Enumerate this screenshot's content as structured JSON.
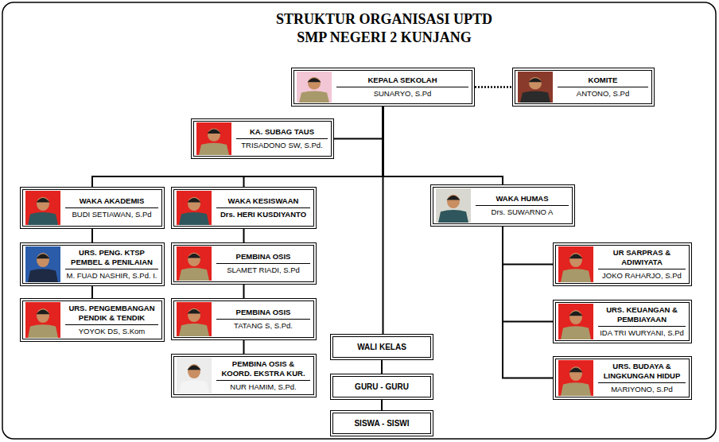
{
  "diagram": {
    "title": "STRUKTUR ORGANISASI UPTD SMP NEGERI 2 KUNJANG",
    "nodes": [
      {
        "text": [
          "KEPALA SEKOLAH",
          "SUNARYO, S.Pd"
        ]
      },
      {
        "text": [
          "KOMITE",
          "ANTONO, S.Pd"
        ]
      },
      {
        "text": [
          "KA. SUBAG TAUS",
          "TRISADONO SW, S.Pd."
        ]
      },
      {
        "text": [
          "WAKA AKADEMIS",
          "BUDI SETIAWAN, S.Pd"
        ]
      },
      {
        "text": [
          "WAKA KESISWAAN",
          "Drs. HERI KUSDIYANTO"
        ]
      },
      {
        "text": [
          "WAKA HUMAS",
          "Drs. SUWARNO A"
        ]
      },
      {
        "text": [
          "URS. PENG. KTSP PEMBEL & PENILAIAN",
          "M. FUAD NASHIR, S.Pd. I."
        ]
      },
      {
        "text": [
          "PEMBINA OSIS",
          "SLAMET RIADI, S.Pd"
        ]
      },
      {
        "text": [
          "UR SARPRAS & ADIWIYATA",
          "JOKO RAHARJO, S.Pd"
        ]
      },
      {
        "text": [
          "URS. PENGEMBANGAN PENDIK & TENDIK",
          "YOYOK DS, S.Kom"
        ]
      },
      {
        "text": [
          "PEMBINA OSIS",
          "TATANG S, S.Pd."
        ]
      },
      {
        "text": [
          "URS. KEUANGAN & PEMBIAYAAN",
          "IDA TRI WURYANI, S.Pd"
        ]
      },
      {
        "text": [
          "WALI KELAS"
        ]
      },
      {
        "text": [
          "PEMBINA OSIS & KOORD. EKSTRA KUR.",
          "NUR HAMIM, S.Pd."
        ]
      },
      {
        "text": [
          "URS. BUDAYA & LINGKUNGAN HIDUP",
          "MARIYONO, S.Pd"
        ]
      },
      {
        "text": [
          "GURU - GURU"
        ]
      },
      {
        "text": [
          "SISWA - SISWI"
        ]
      }
    ],
    "edges": [
      {
        "from": 0,
        "to": 1,
        "arrow": "none"
      },
      {
        "from": 0,
        "to": 2,
        "arrow": "none"
      },
      {
        "from": 0,
        "to": 3,
        "arrow": "none"
      },
      {
        "from": 0,
        "to": 4,
        "arrow": "none"
      },
      {
        "from": 0,
        "to": 5,
        "arrow": "none"
      },
      {
        "from": 0,
        "to": 12,
        "arrow": "none"
      },
      {
        "from": 3,
        "to": 6,
        "arrow": "none"
      },
      {
        "from": 6,
        "to": 9,
        "arrow": "none"
      },
      {
        "from": 4,
        "to": 7,
        "arrow": "none"
      },
      {
        "from": 7,
        "to": 10,
        "arrow": "none"
      },
      {
        "from": 10,
        "to": 13,
        "arrow": "none"
      },
      {
        "from": 5,
        "to": 8,
        "arrow": "none"
      },
      {
        "from": 5,
        "to": 11,
        "arrow": "none"
      },
      {
        "from": 5,
        "to": 14,
        "arrow": "none"
      },
      {
        "from": 12,
        "to": 15,
        "arrow": "none"
      },
      {
        "from": 15,
        "to": 16,
        "arrow": "none"
      }
    ]
  }
}
